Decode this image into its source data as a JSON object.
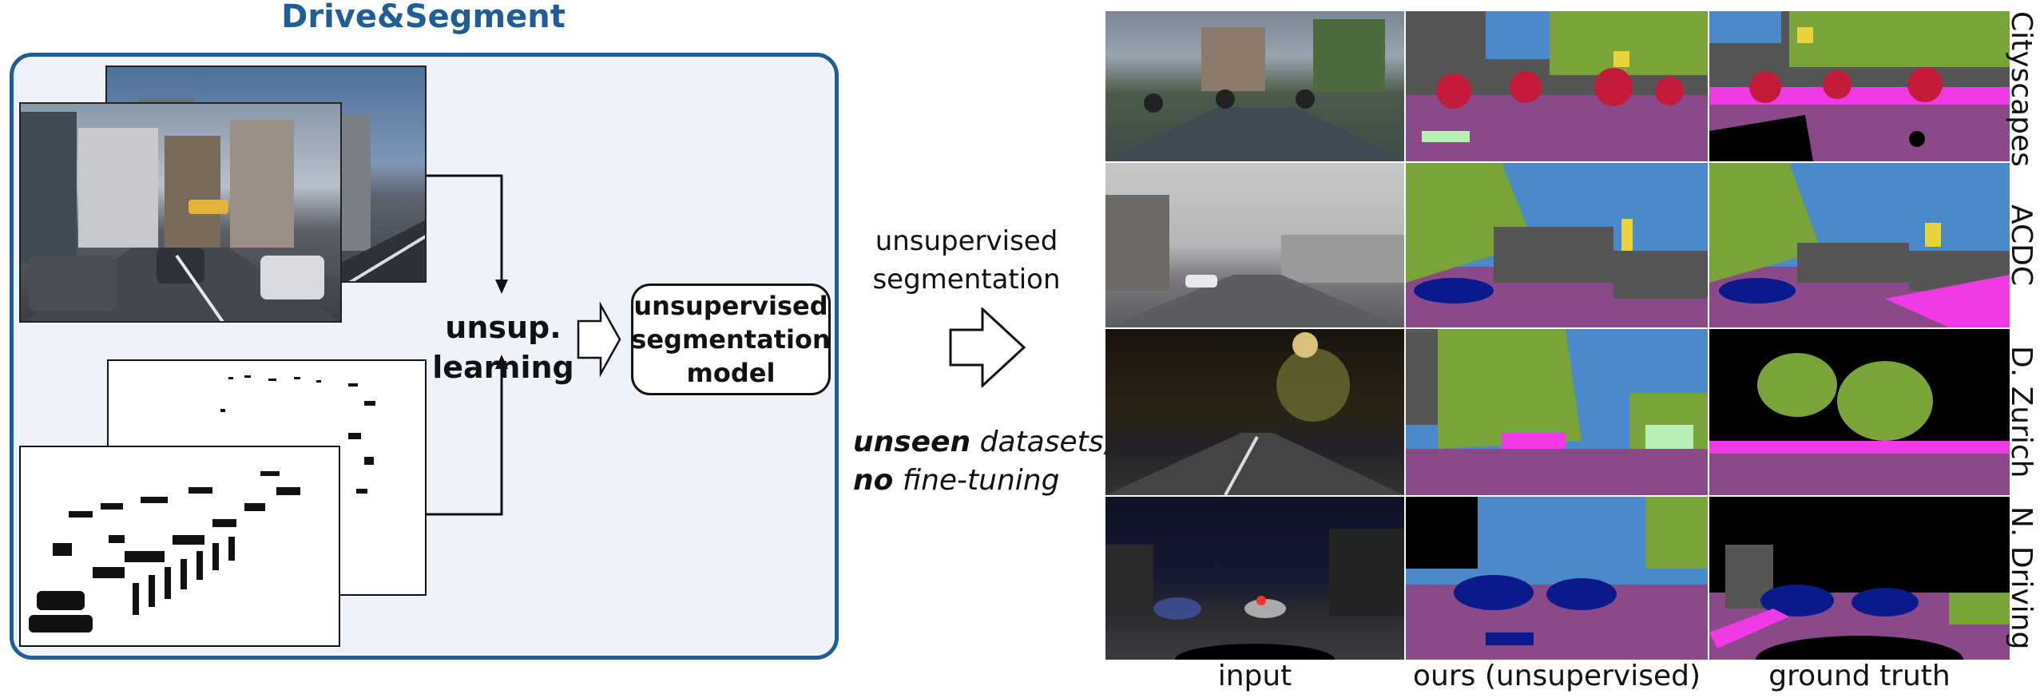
{
  "title": "Drive&Segment",
  "labels": {
    "unsup_learning_1": "unsup.",
    "unsup_learning_2": "learning",
    "model_line1": "unsupervised",
    "model_line2": "segmentation",
    "model_line3": "model",
    "unsup_seg_1": "unsupervised",
    "unsup_seg_2": "segmentation",
    "unseen_bold": "unseen",
    "unseen_rest": " datasets,",
    "no_bold": "no",
    "no_rest": " fine-tuning"
  },
  "columns": [
    "input",
    "ours (unsupervised)",
    "ground truth"
  ],
  "rows": [
    "Cityscapes",
    "ACDC",
    "D. Zurich",
    "N. Driving"
  ],
  "colors": {
    "accent": "#1f5d96",
    "panel_bg": "#eef3fb",
    "road": "#8a4a8a",
    "sky": "#4a8acb",
    "vegetation": "#7aa33a",
    "building": "#555555",
    "car": "#0a1a8a",
    "person": "#d81a3a",
    "sidewalk": "#f03ae6",
    "sign": "#e8d43a"
  }
}
